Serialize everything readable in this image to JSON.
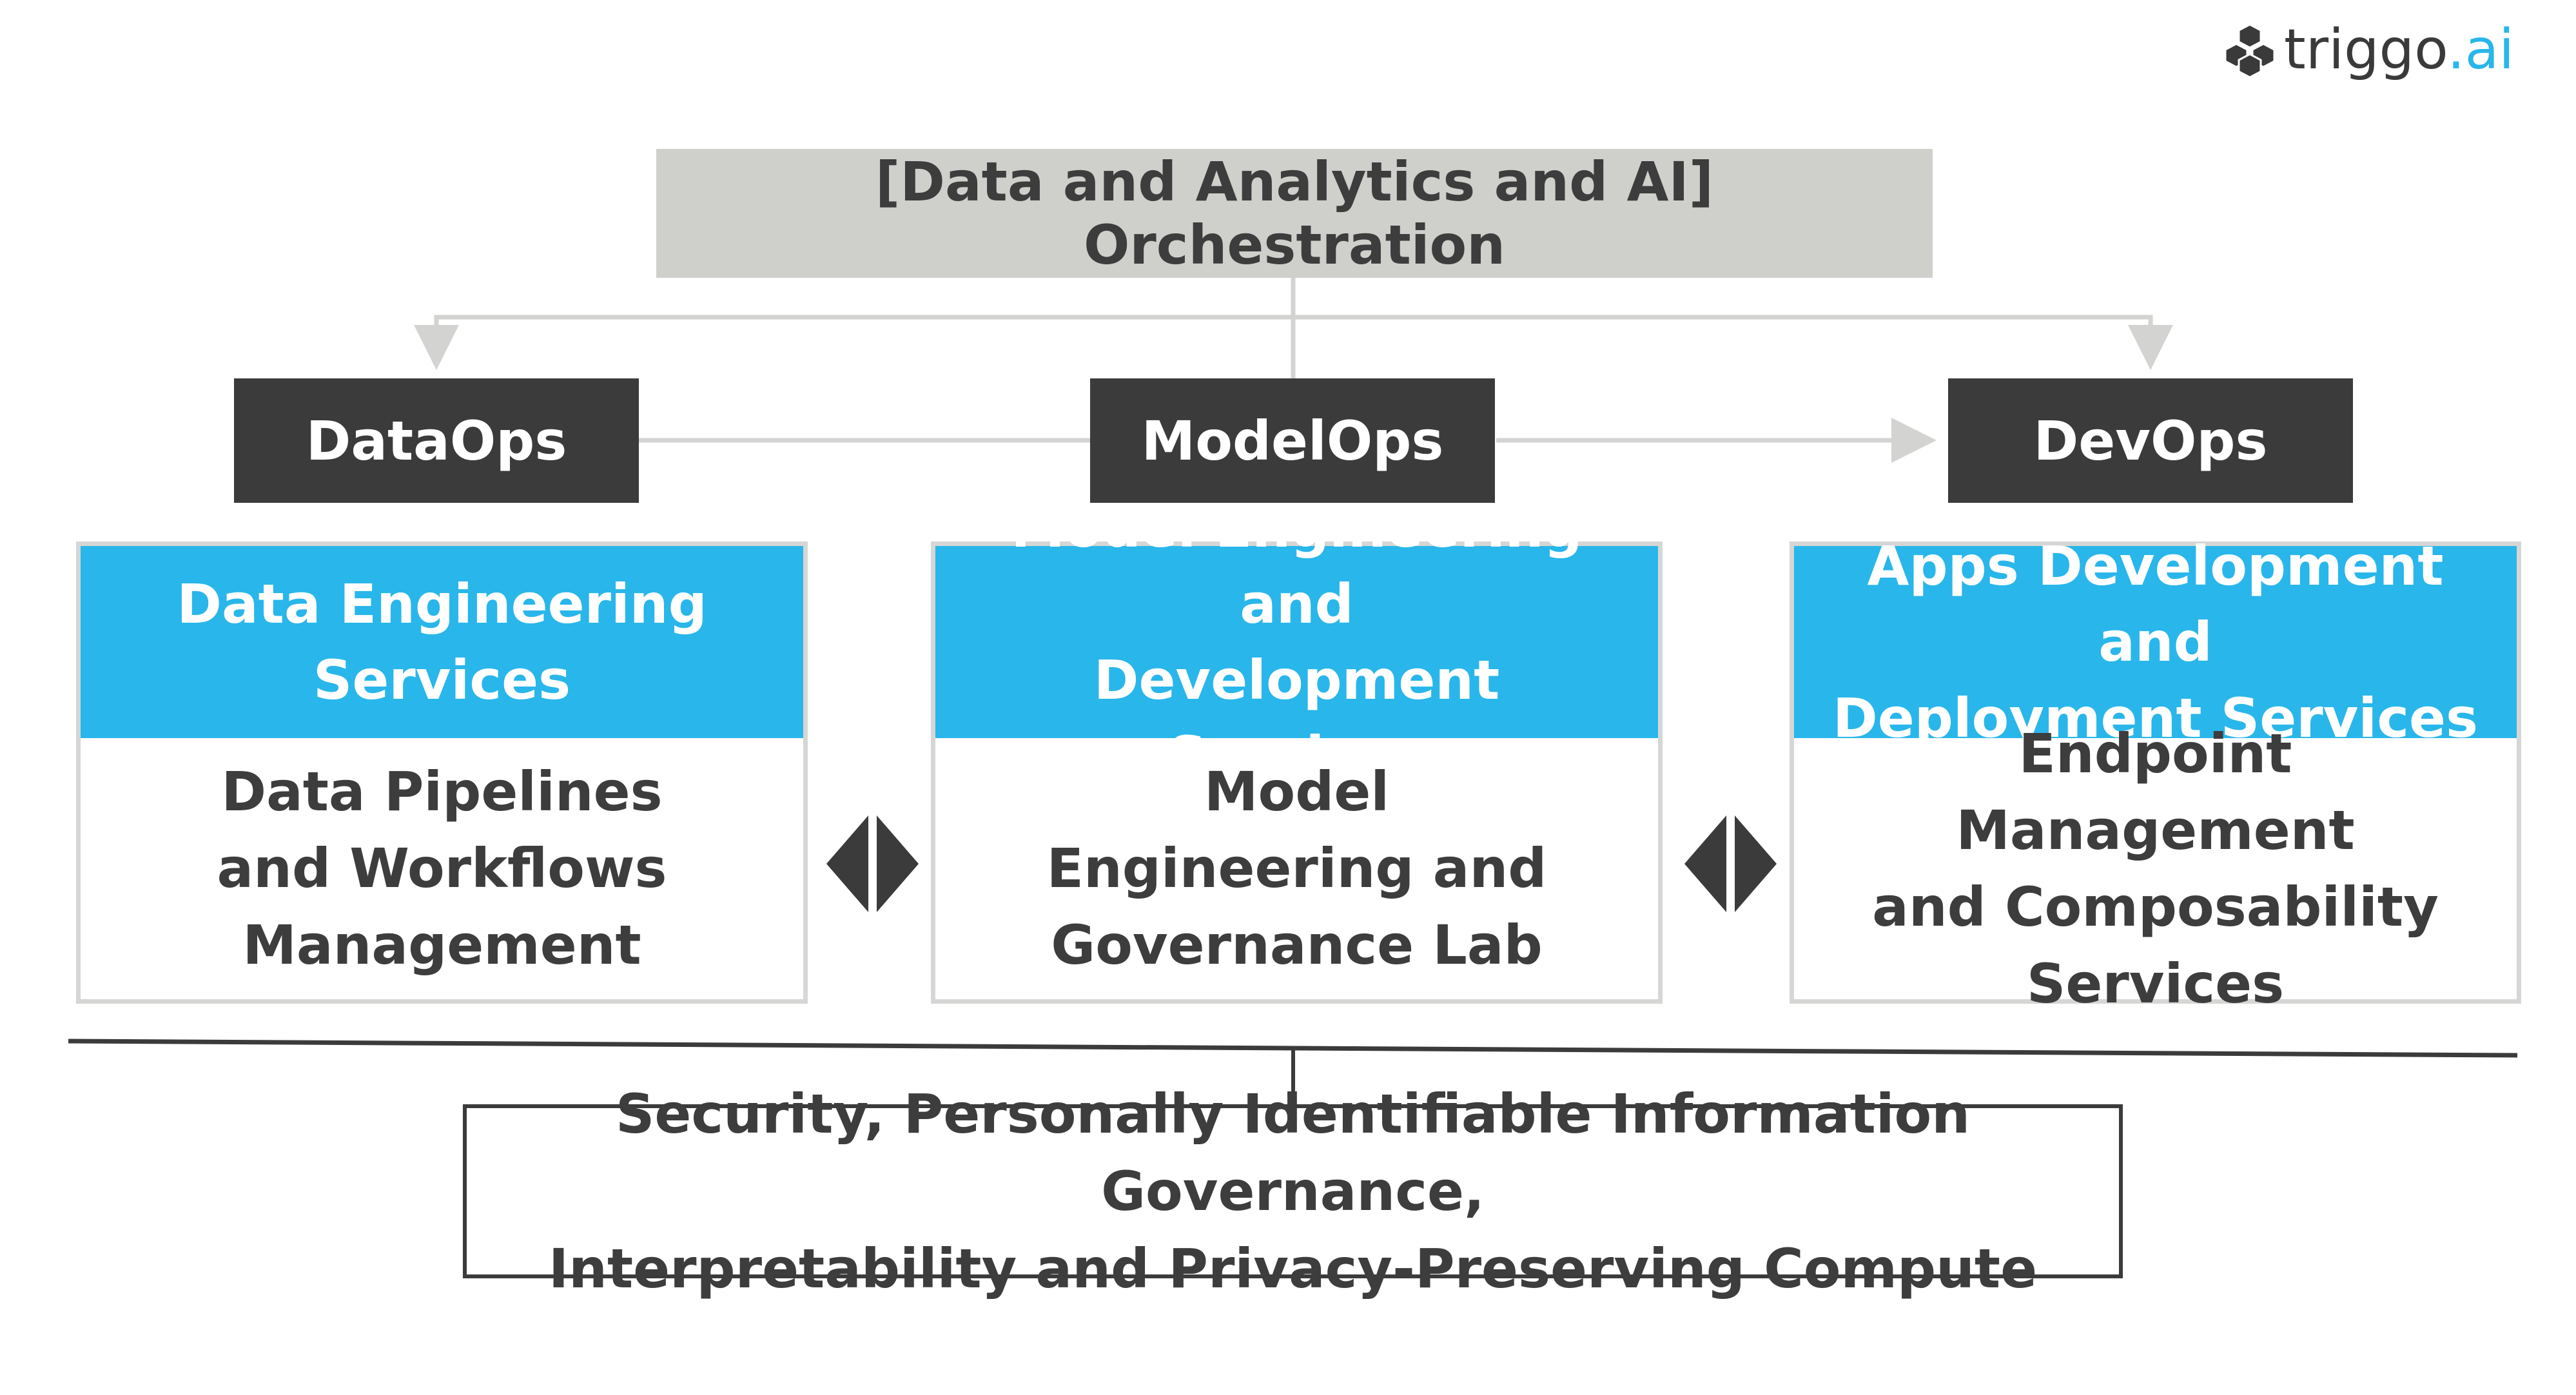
{
  "logo": {
    "brand": "triggo",
    "suffix": ".ai",
    "icon": "cube-cluster-icon"
  },
  "orchestration": {
    "label": "[Data and Analytics and AI] Orchestration"
  },
  "ops": {
    "dataops": "DataOps",
    "modelops": "ModelOps",
    "devops": "DevOps"
  },
  "services": [
    {
      "title": "Data Engineering\nServices",
      "body": "Data Pipelines\nand Workflows\nManagement"
    },
    {
      "title": "Model Engineering and\nDevelopment Services",
      "body": "Model\nEngineering and\nGovernance Lab"
    },
    {
      "title": "Apps Development and\nDeployment Services",
      "body": "Endpoint Management\nand Composability\nServices"
    }
  ],
  "footer": {
    "label": "Security, Personally Identifiable Information Governance,\nInterpretability and Privacy-Preserving Compute"
  },
  "colors": {
    "accent": "#29b6ea",
    "dark": "#3b3b3b",
    "grey_box": "#cfcfcc",
    "line": "#d3d3d1"
  }
}
